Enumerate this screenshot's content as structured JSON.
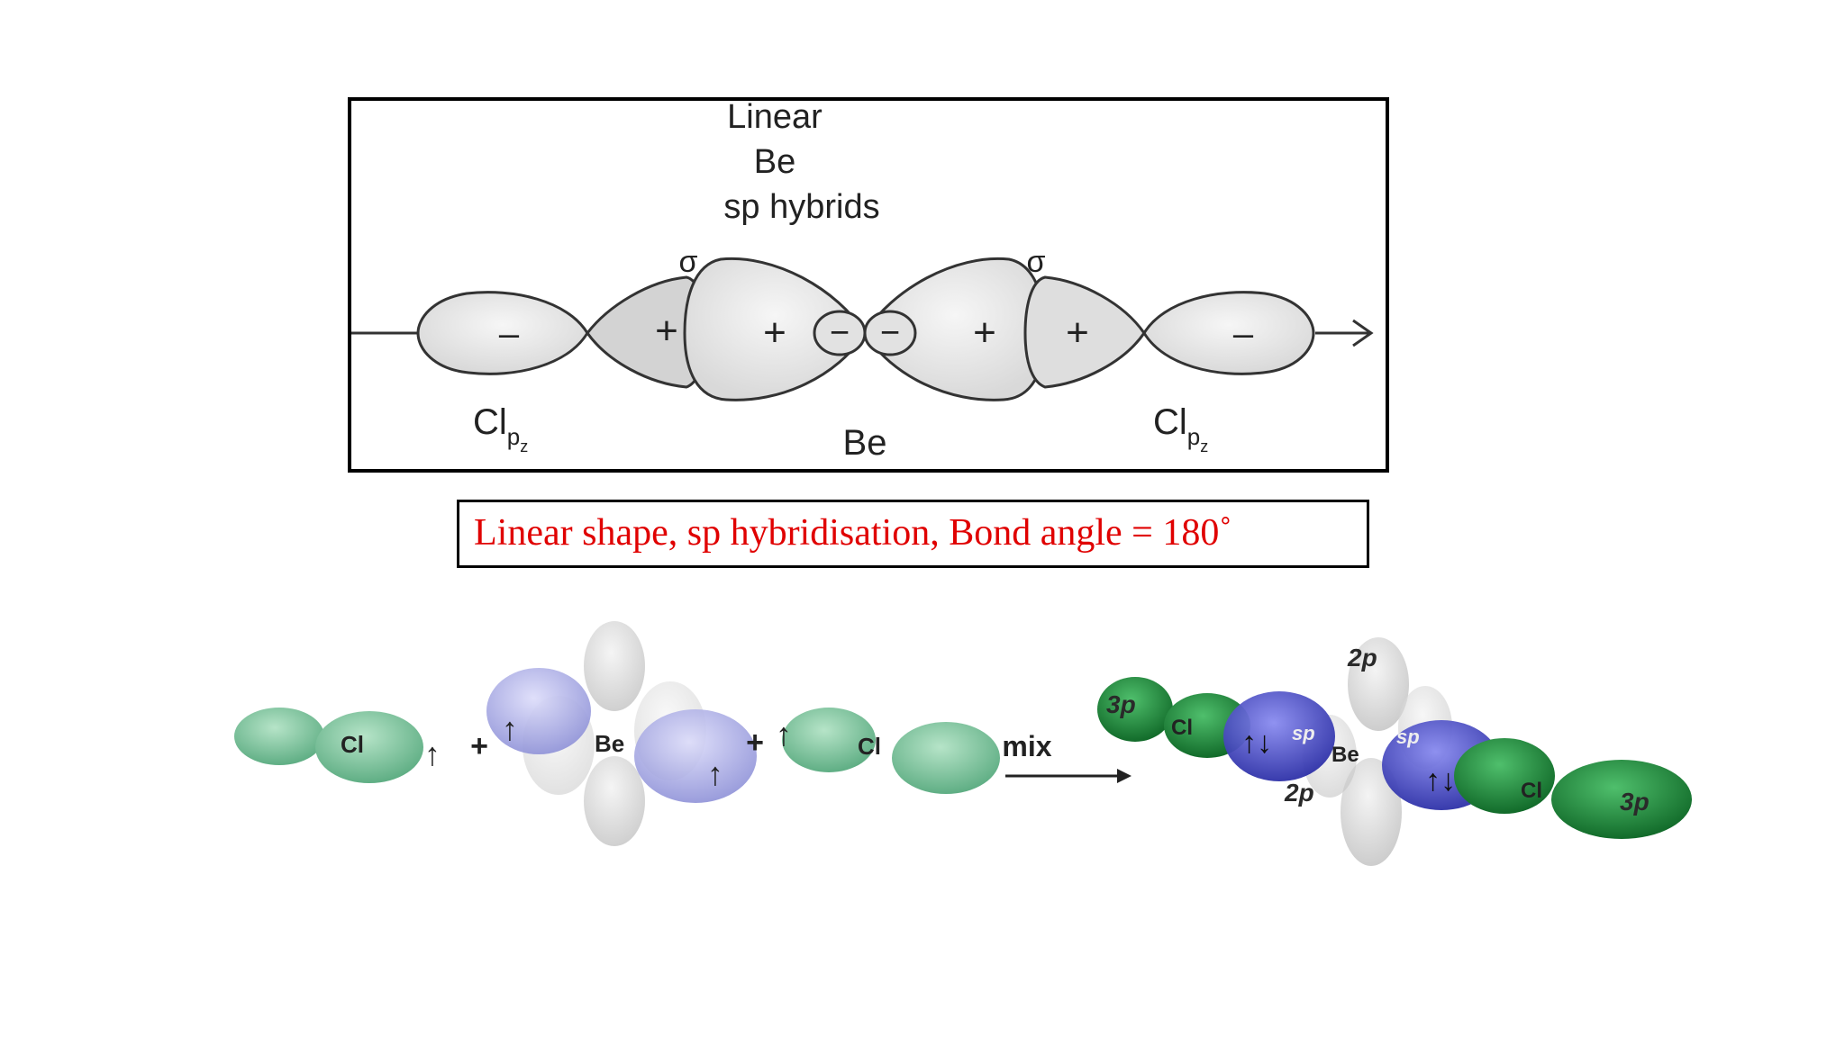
{
  "top_diagram": {
    "title_lines": [
      "Linear",
      "Be",
      "sp hybrids"
    ],
    "sigma_label": "σ",
    "left_label_main": "Cl",
    "left_label_sub": "p",
    "left_label_subsub": "z",
    "right_label_main": "Cl",
    "right_label_sub": "p",
    "right_label_subsub": "z",
    "center_label": "Be",
    "signs": {
      "minus": "–",
      "plus": "+",
      "circled_minus": "−"
    }
  },
  "caption": {
    "text": "Linear shape, sp hybridisation, Bond angle = 180˚"
  },
  "bottom_diagram": {
    "reactants": {
      "cl_label": "Cl",
      "be_label": "Be",
      "plus": "+",
      "arrow_up": "↑"
    },
    "mix_label": "mix",
    "product": {
      "label_3p": "3p",
      "label_2p": "2p",
      "label_sp": "sp",
      "cl_label": "Cl",
      "be_label": "Be",
      "pair": "↑↓"
    }
  },
  "colors": {
    "caption_text": "#e00000",
    "cl_orbital_light": "#7fc7a0",
    "cl_orbital_dark": "#1c8a3c",
    "be_sp_light": "#aeb0e8",
    "be_sp_dark": "#4b4fd0",
    "be_2p": "#d8d8d8"
  }
}
